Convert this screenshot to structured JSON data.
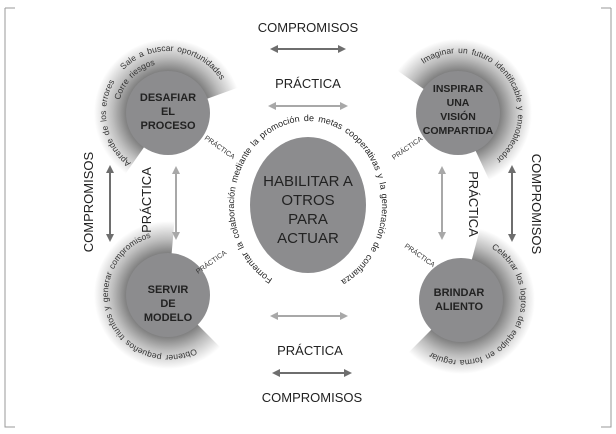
{
  "colors": {
    "circle": "#8c8c8e",
    "dark_arrow": "#6e6e6e",
    "light_arrow": "#a8a8a8",
    "halo": "#7a7a7a"
  },
  "labels": {
    "compromisos": "COMPROMISOS",
    "practica": "PRÁCTICA",
    "practica_small": "PRÁCTICA"
  },
  "center": {
    "title_lines": [
      "HABILITAR A",
      "OTROS",
      "PARA",
      "ACTUAR"
    ],
    "arc_text": "Fomentar la colaboración mediante la promoción de metas cooperativas y la generación de confianza"
  },
  "practices": {
    "top_left": {
      "title_lines": [
        "DESAFIAR",
        "EL",
        "PROCESO"
      ],
      "arc_outer": "Sale a buscar oportunidades",
      "arc_left": "Aprende de los errores",
      "arc_inner": "Corre riesgos"
    },
    "top_right": {
      "title_lines": [
        "INSPIRAR",
        "UNA",
        "VISIÓN",
        "COMPARTIDA"
      ],
      "arc_text": "Imaginar un futuro identificable y ennoblecedor"
    },
    "bottom_left": {
      "title_lines": [
        "SERVIR",
        "DE",
        "MODELO"
      ],
      "arc_text": "Obtener pequeños triunfos y generar compromisos"
    },
    "bottom_right": {
      "title_lines": [
        "BRINDAR",
        "ALIENTO"
      ],
      "arc_text": "Celebrar los logros del equipo en forma regular"
    }
  }
}
